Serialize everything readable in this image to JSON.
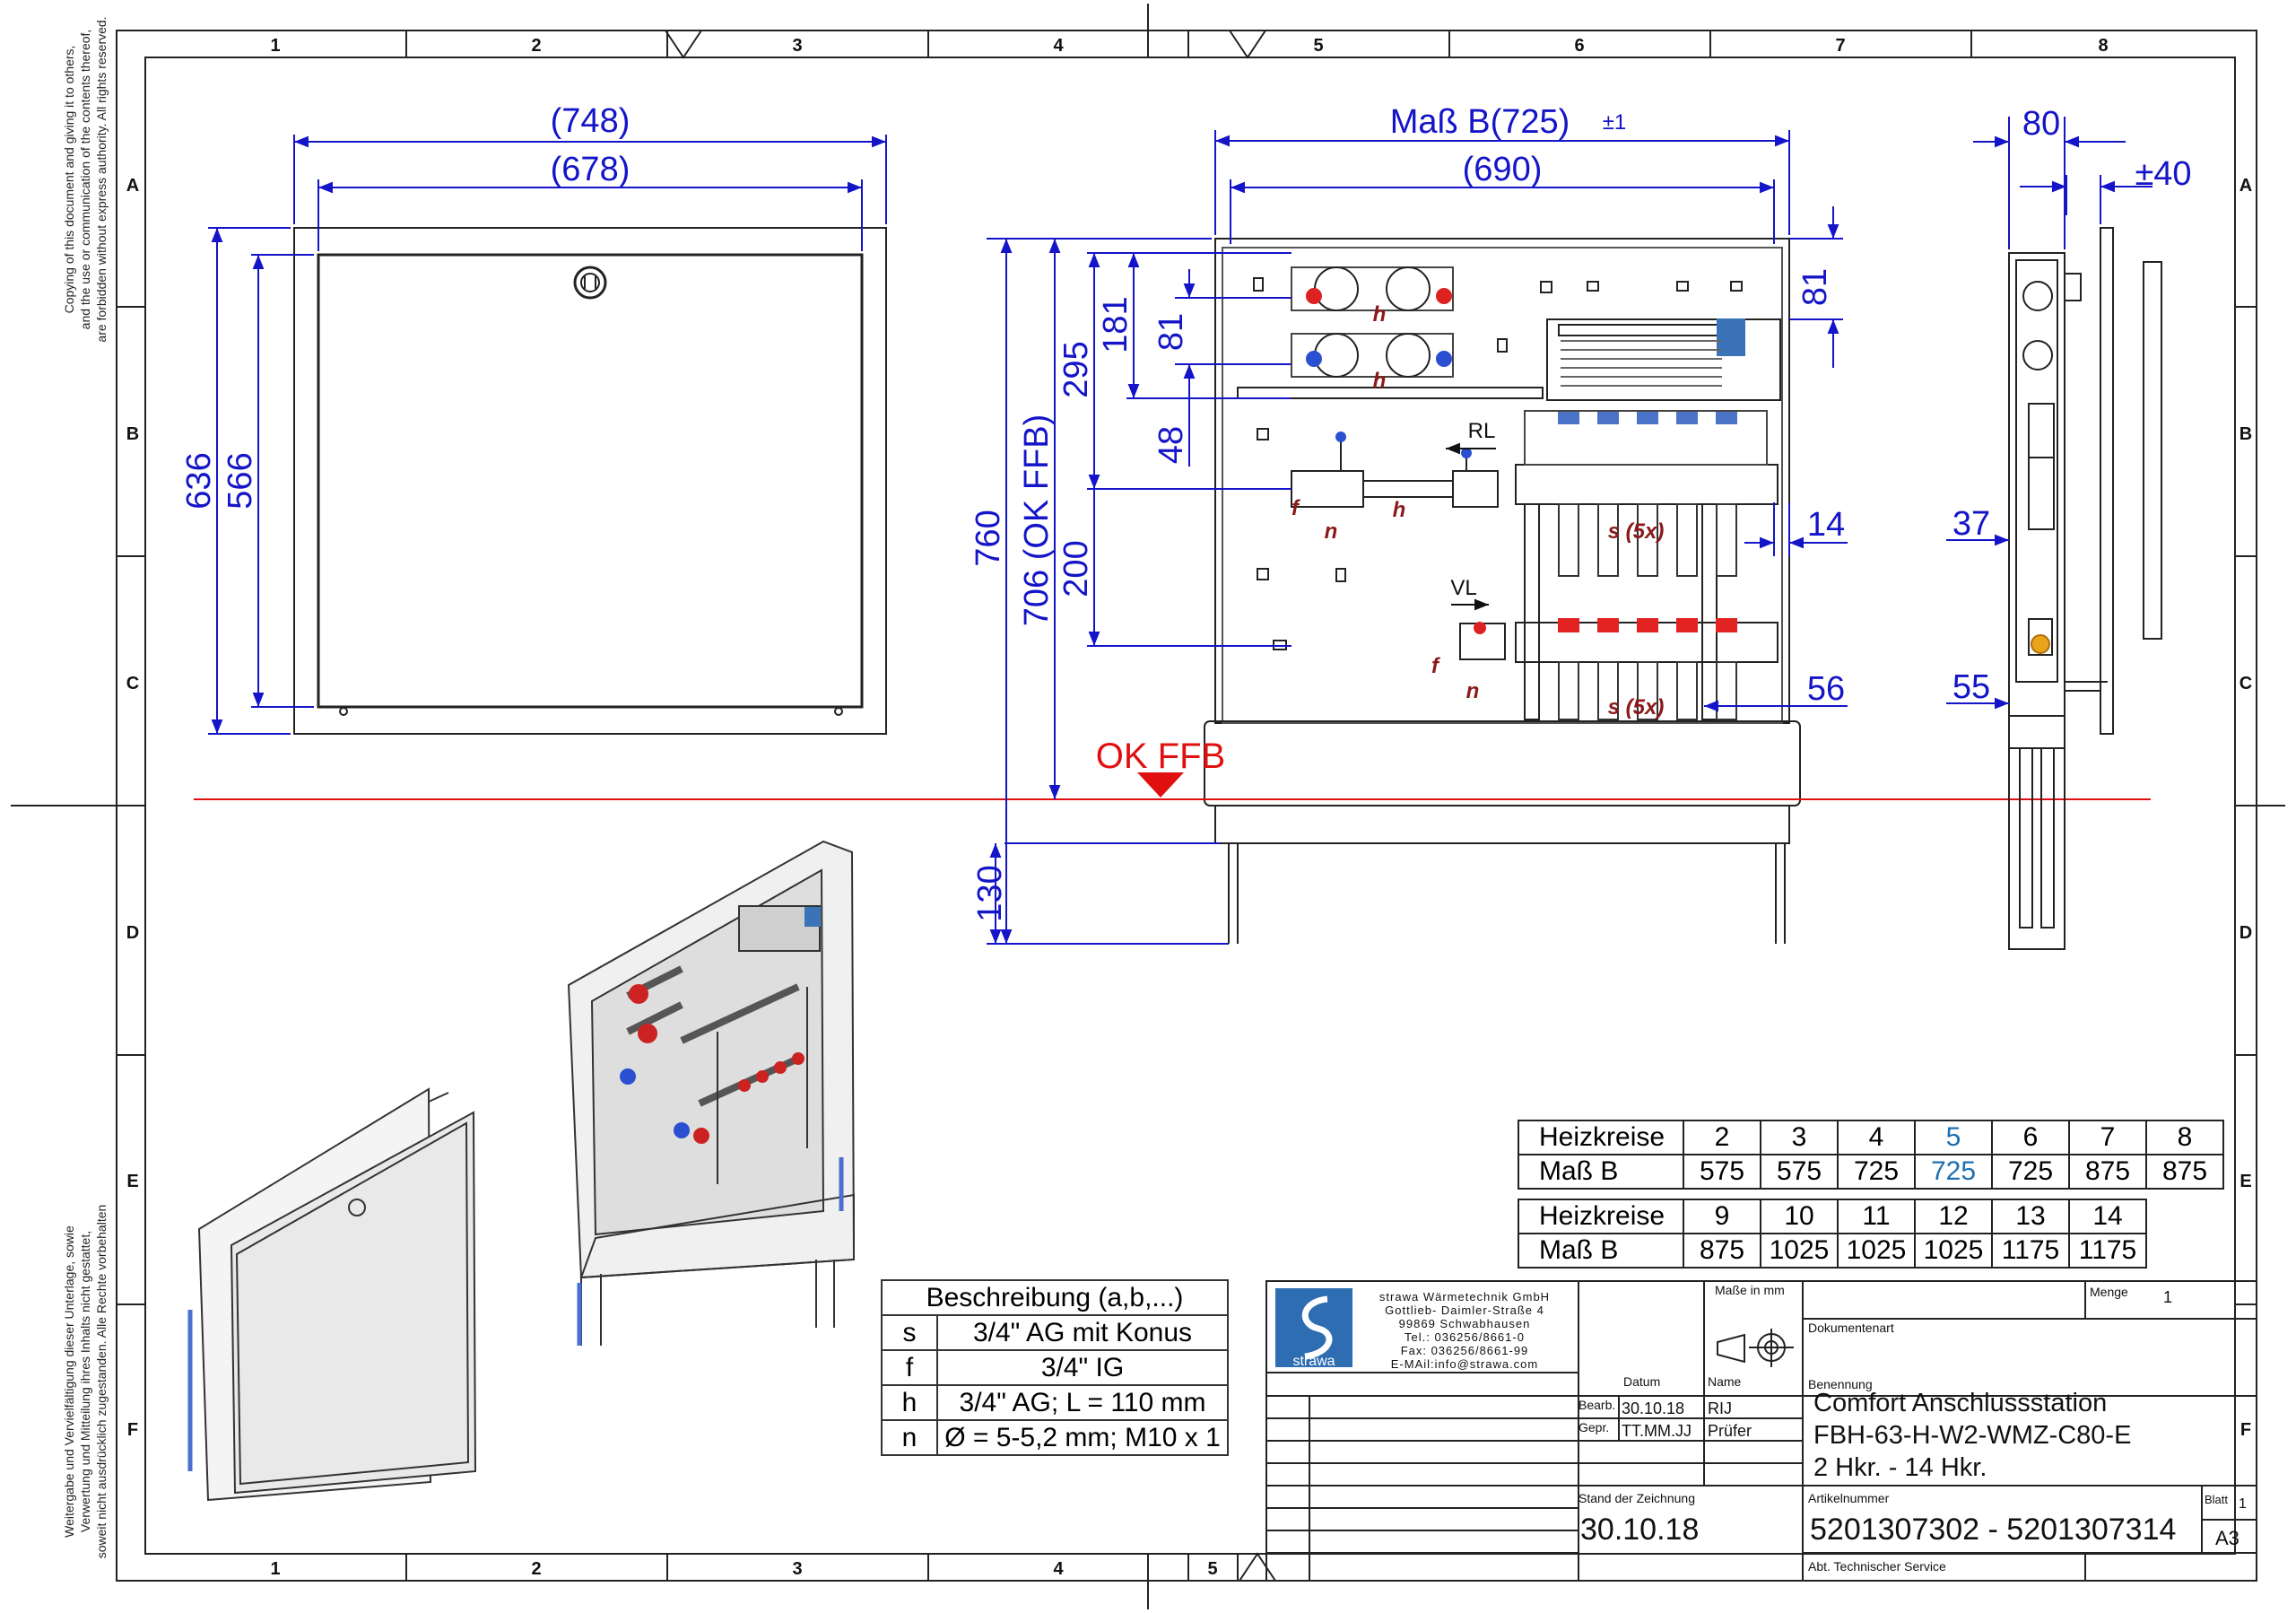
{
  "frame": {
    "columns": [
      "1",
      "2",
      "3",
      "4",
      "5",
      "6",
      "7",
      "8"
    ],
    "rows": [
      "A",
      "B",
      "C",
      "D",
      "E",
      "F"
    ],
    "copyright_top": [
      "Copying of this document and giving it to others,",
      "and the use or communication of the contents thereof,",
      "are forbidden without express authority. All rights reserved."
    ],
    "copyright_bottom": [
      "Weitergabe und Vervielfältigung dieser Unterlage, sowie",
      "Verwertung und Mitteilung ihres Inhalts nicht gestattet,",
      "soweit nicht ausdrücklich zugestanden. Alle Rechte vorbehalten"
    ]
  },
  "front_view": {
    "dim_748": "(748)",
    "dim_678": "(678)",
    "dim_636": "636",
    "dim_566": "566"
  },
  "main_view": {
    "dim_mass_b": "Maß B(725)",
    "dim_tol": "±1",
    "dim_690": "(690)",
    "dim_81a": "81",
    "dim_760": "760",
    "dim_706": "706 (OK FFB)",
    "dim_295": "295",
    "dim_181": "181",
    "dim_81b": "81",
    "dim_48": "48",
    "dim_200": "200",
    "dim_130": "130",
    "dim_14": "14",
    "dim_56": "56",
    "label_rl": "RL",
    "label_vl": "VL",
    "label_okffb": "OK FFB",
    "label_h1": "h",
    "label_h2": "h",
    "label_h3": "h",
    "label_f1": "f",
    "label_f2": "f",
    "label_n1": "n",
    "label_n2": "n",
    "label_s1": "s (5x)",
    "label_s2": "s (5x)"
  },
  "side_view": {
    "dim_80": "80",
    "dim_40": "±40",
    "dim_37": "37",
    "dim_55": "55"
  },
  "heizkreise_table": {
    "row1_head": "Heizkreise",
    "row2_head": "Maß B",
    "group1_kreise": [
      "2",
      "3",
      "4",
      "5",
      "6",
      "7",
      "8"
    ],
    "group1_mass": [
      "575",
      "575",
      "725",
      "725",
      "725",
      "875",
      "875"
    ],
    "group2_kreise": [
      "9",
      "10",
      "11",
      "12",
      "13",
      "14"
    ],
    "group2_mass": [
      "875",
      "1025",
      "1025",
      "1025",
      "1175",
      "1175"
    ]
  },
  "description_table": {
    "header": "Beschreibung (a,b,...)",
    "rows": [
      {
        "key": "s",
        "text": "3/4\" AG mit Konus"
      },
      {
        "key": "f",
        "text": "3/4\" IG"
      },
      {
        "key": "h",
        "text": "3/4\" AG; L = 110 mm"
      },
      {
        "key": "n",
        "text": "Ø = 5-5,2 mm; M10 x 1"
      }
    ]
  },
  "title_block": {
    "company_lines": [
      "strawa Wärmetechnik GmbH",
      "Gottlieb- Daimler-Straße 4",
      "99869 Schwabhausen",
      "Tel.: 036256/8661-0",
      "Fax: 036256/8661-99",
      "E-MAil:info@strawa.com"
    ],
    "logo_text": "strawa",
    "masse_in_mm": "Maße in mm",
    "menge_label": "Menge",
    "menge_value": "1",
    "dokumentenart_label": "Dokumentenart",
    "datum_label": "Datum",
    "name_label": "Name",
    "bearb_label": "Bearb.",
    "bearb_datum": "30.10.18",
    "bearb_name": "RIJ",
    "gepr_label": "Gepr.",
    "gepr_datum": "TT.MM.JJ",
    "gepr_name": "Prüfer",
    "benennung_label": "Benennung",
    "benennung_line1": "Comfort Anschlussstation",
    "benennung_line2": "FBH-63-H-W2-WMZ-C80-E",
    "benennung_line3": "2 Hkr. - 14 Hkr.",
    "stand_label": "Stand der Zeichnung",
    "stand_value": "30.10.18",
    "artikel_label": "Artikelnummer",
    "artikel_value": "5201307302 - 5201307314",
    "blatt_label": "Blatt",
    "blatt_value": "1",
    "format": "A3",
    "abt": "Abt. Technischer Service"
  },
  "colors": {
    "dimension": "#1414c8",
    "okffb": "#e01010",
    "label_red": "#8b1a1a",
    "frame": "#222222",
    "highlight": "#1c6fb1"
  }
}
